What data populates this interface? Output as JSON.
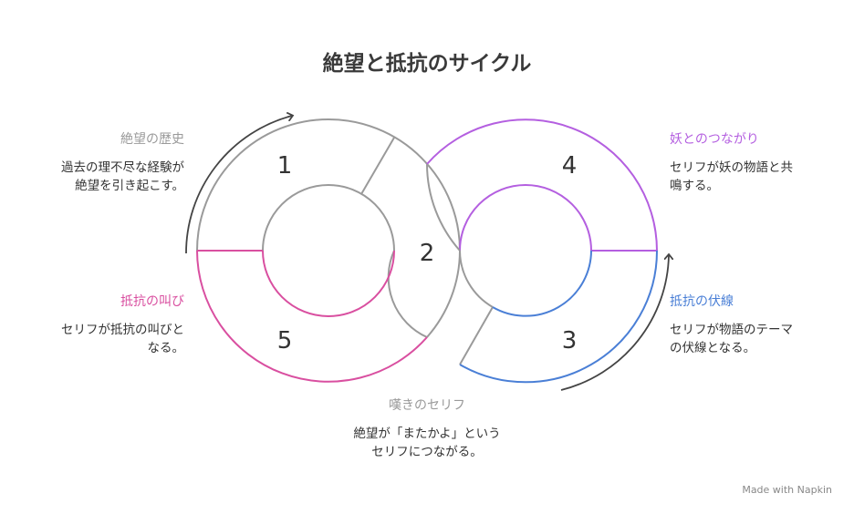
{
  "title": "絶望と抵抗のサイクル",
  "segments": [
    {
      "num": "1",
      "heading": "絶望の歴史",
      "text_lines": [
        "過去の理不尽な経験が",
        "絶望を引き起こす。"
      ],
      "color": "#9a9a9a"
    },
    {
      "num": "2",
      "heading": "嘆きのセリフ",
      "text_lines": [
        "絶望が「またかよ」という",
        "セリフにつながる。"
      ],
      "color": "#9a9a9a"
    },
    {
      "num": "3",
      "heading": "抵抗の伏線",
      "text_lines": [
        "セリフが物語のテーマ",
        "の伏線となる。"
      ],
      "color": "#4a7fd6"
    },
    {
      "num": "4",
      "heading": "妖とのつながり",
      "text_lines": [
        "セリフが妖の物語と共",
        "鳴する。"
      ],
      "color": "#b45fe0"
    },
    {
      "num": "5",
      "heading": "抵抗の叫び",
      "text_lines": [
        "セリフが抵抗の叫びと",
        "なる。"
      ],
      "color": "#d94fa0"
    }
  ],
  "brand": "Made with Napkin"
}
